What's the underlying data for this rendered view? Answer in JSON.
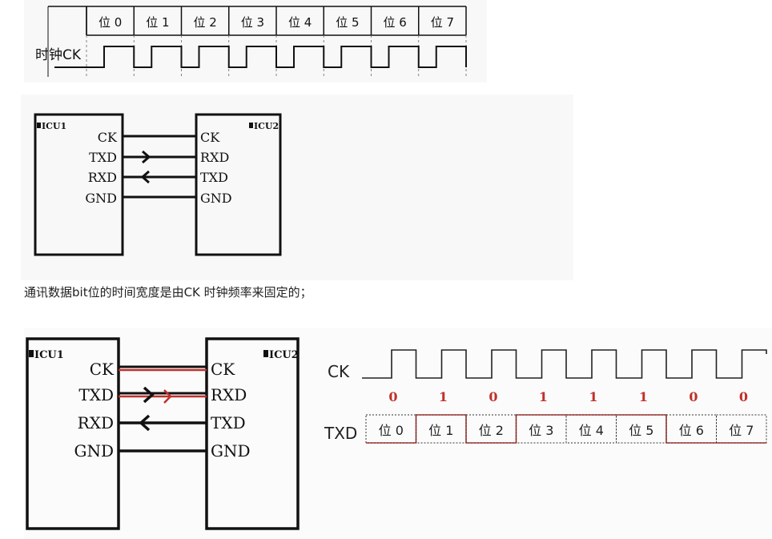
{
  "top_timing": {
    "bits": [
      "位 0",
      "位 1",
      "位 2",
      "位 3",
      "位 4",
      "位 5",
      "位 6",
      "位 7"
    ],
    "clock_label": "时钟CK"
  },
  "mid_diagram": {
    "mcu1_label": "ICU1",
    "mcu2_label": "ICU2",
    "left_pins": [
      "CK",
      "TXD",
      "RXD",
      "GND"
    ],
    "right_pins": [
      "CK",
      "RXD",
      "TXD",
      "GND"
    ]
  },
  "caption": "通讯数据bit位的时间宽度是由CK 时钟频率来固定的；",
  "bottom_diagram": {
    "mcu1_label": "ICU1",
    "mcu2_label": "ICU2",
    "left_pins": [
      "CK",
      "TXD",
      "RXD",
      "GND"
    ],
    "right_pins": [
      "CK",
      "RXD",
      "TXD",
      "GND"
    ],
    "highlight_color": "#c0302a"
  },
  "bottom_timing": {
    "ck_label": "CK",
    "txd_label": "TXD",
    "bit_values": [
      "0",
      "1",
      "0",
      "1",
      "1",
      "1",
      "0",
      "0"
    ],
    "bits": [
      "位 0",
      "位 1",
      "位 2",
      "位 3",
      "位 4",
      "位 5",
      "位 6",
      "位 7"
    ],
    "value_color": "#c0302a"
  }
}
